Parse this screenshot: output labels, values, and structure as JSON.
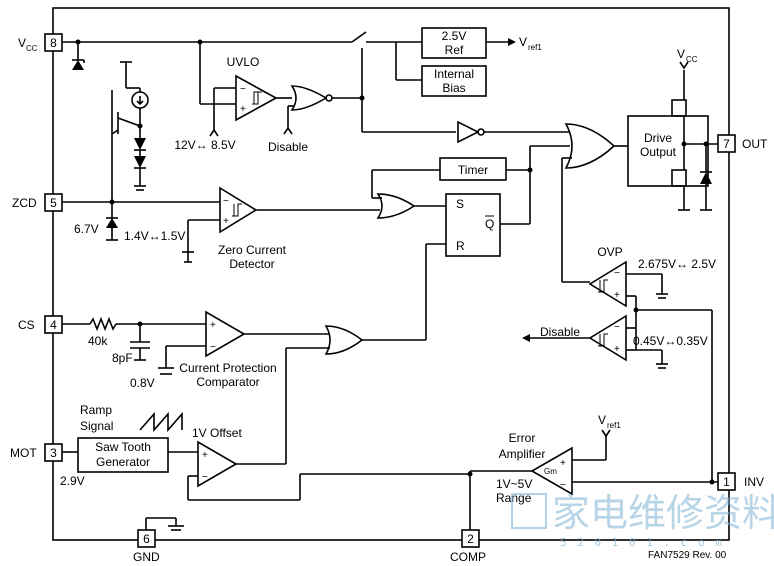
{
  "pins": {
    "vcc": {
      "number": "8",
      "label": "V",
      "sub": "CC"
    },
    "zcd": {
      "number": "5",
      "label": "ZCD"
    },
    "cs": {
      "number": "4",
      "label": "CS"
    },
    "mot": {
      "number": "3",
      "label": "MOT"
    },
    "gnd": {
      "number": "6",
      "label": "GND"
    },
    "comp": {
      "number": "2",
      "label": "COMP"
    },
    "inv": {
      "number": "1",
      "label": "INV"
    },
    "out": {
      "number": "7",
      "label": "OUT"
    }
  },
  "blocks": {
    "ref": {
      "line1": "2.5V",
      "line2": "Ref"
    },
    "bias": {
      "line1": "Internal",
      "line2": "Bias"
    },
    "timer": "Timer",
    "drive": {
      "line1": "Drive",
      "line2": "Output"
    },
    "sawtooth": {
      "line1": "Saw Tooth",
      "line2": "Generator"
    },
    "sr_s": "S",
    "sr_r": "R",
    "sr_q": "Q"
  },
  "labels": {
    "vref_out": {
      "main": "V",
      "sub": "ref1"
    },
    "vref_ea": {
      "main": "V",
      "sub": "ref1"
    },
    "vcc_drive": {
      "main": "V",
      "sub": "CC"
    },
    "uvlo": "UVLO",
    "uvlo_thresh": "12V↔ 8.5V",
    "disable_top": "Disable",
    "zcd_clamp": "6.7V",
    "zcd_thresh": "1.4V↔1.5V",
    "zcd_name1": "Zero Current",
    "zcd_name2": "Detector",
    "res": "40k",
    "cap": "8pF",
    "cs_ref": "0.8V",
    "cpc1": "Current Protection",
    "cpc2": "Comparator",
    "ramp1": "Ramp",
    "ramp2": "Signal",
    "offset": "1V Offset",
    "mot_v": "2.9V",
    "ovp": "OVP",
    "ovp_thresh": "2.675V↔ 2.5V",
    "disable_mid": "Disable",
    "uvp_thresh": "0.45V↔0.35V",
    "ea1": "Error",
    "ea2": "Amplifier",
    "gm": "Gm",
    "range1": "1V~5V",
    "range2": "Range",
    "rev": "FAN7529 Rev. 00"
  },
  "watermark": {
    "chars": "家电维修资料网",
    "url": "5 2 0 1 0 1 . c o m"
  }
}
